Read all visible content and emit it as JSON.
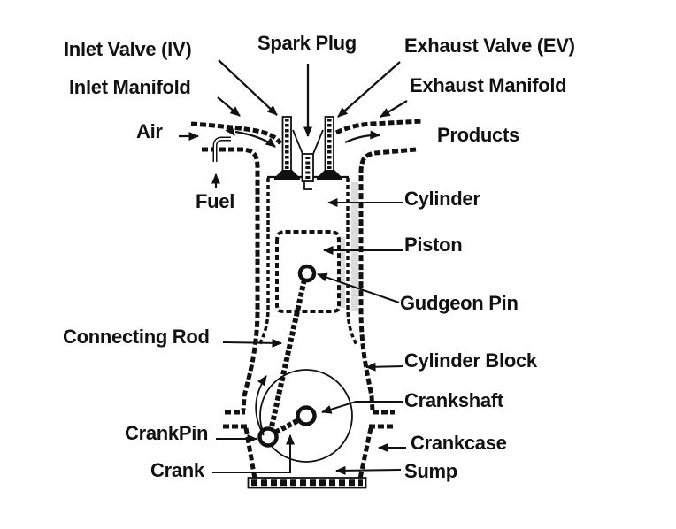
{
  "diagram": {
    "labels": {
      "inlet_valve": "Inlet Valve (IV)",
      "spark_plug": "Spark Plug",
      "exhaust_valve": "Exhaust Valve (EV)",
      "inlet_manifold": "Inlet Manifold",
      "exhaust_manifold": "Exhaust Manifold",
      "air": "Air",
      "products": "Products",
      "fuel": "Fuel",
      "cylinder": "Cylinder",
      "piston": "Piston",
      "gudgeon_pin": "Gudgeon Pin",
      "connecting_rod": "Connecting Rod",
      "cylinder_block": "Cylinder Block",
      "crankshaft": "Crankshaft",
      "crankpin": "CrankPin",
      "crankcase": "Crankcase",
      "crank": "Crank",
      "sump": "Sump"
    },
    "colors": {
      "ink": "#111111",
      "background": "#ffffff",
      "shading": "#dcdcdc"
    }
  }
}
